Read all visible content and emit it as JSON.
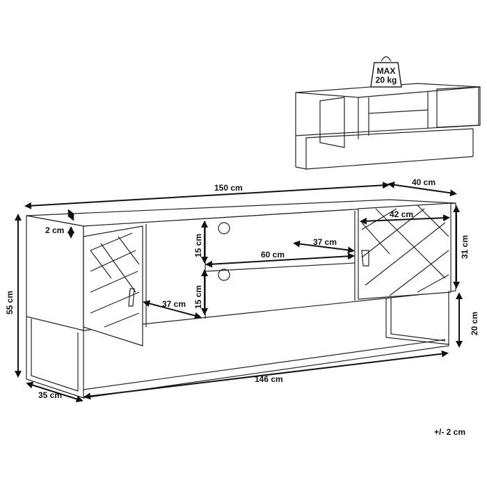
{
  "weight_badge": {
    "line1": "MAX",
    "line2": "20 kg"
  },
  "dimensions": {
    "width": "150 cm",
    "depth": "40 cm",
    "top_thickness": "2 cm",
    "door_width": "42 cm",
    "upper_shelf_height": "15 cm",
    "shelf_depth": "37 cm",
    "shelf_width": "60 cm",
    "door_height": "31 cm",
    "total_height": "55 cm",
    "lower_shelf_height": "15 cm",
    "side_compartment_depth": "37 cm",
    "leg_height": "20 cm",
    "frame_width": "146 cm",
    "frame_depth": "35 cm"
  },
  "tolerance": "+/- 2 cm"
}
